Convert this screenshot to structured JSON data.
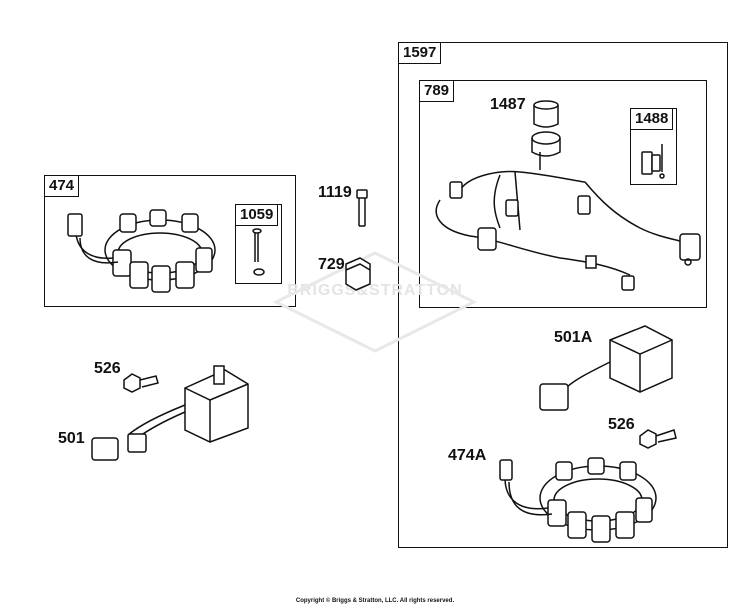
{
  "groups": {
    "g474": "474",
    "g1059": "1059",
    "g1597": "1597",
    "g789": "789",
    "g1488": "1488"
  },
  "parts": {
    "p1119": "1119",
    "p729": "729",
    "p1487": "1487",
    "p526_left": "526",
    "p501": "501",
    "p501A": "501A",
    "p526_right": "526",
    "p474A": "474A"
  },
  "watermark": "BRIGGS&STRATTON",
  "footer": "Copyright © Briggs & Stratton, LLC. All rights reserved."
}
